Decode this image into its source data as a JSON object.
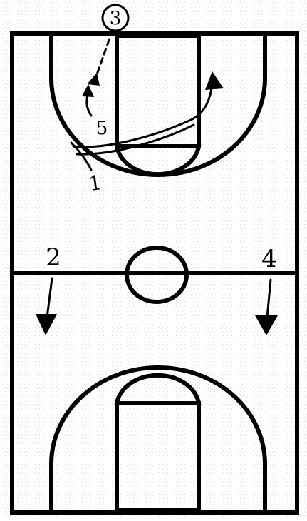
{
  "diagram": {
    "colors": {
      "ink": "#000000",
      "paper": "#ffffff",
      "grain": "#d9d9d9"
    },
    "players": [
      {
        "id": "p1",
        "label": "1",
        "circled": false
      },
      {
        "id": "p2",
        "label": "2",
        "circled": false
      },
      {
        "id": "p3",
        "label": "3",
        "circled": true
      },
      {
        "id": "p4",
        "label": "4",
        "circled": false
      },
      {
        "id": "p5",
        "label": "5",
        "circled": false
      }
    ],
    "movements": [
      {
        "id": "m1",
        "from": "p3",
        "style": "dashed",
        "meaning": "pass"
      },
      {
        "id": "m2",
        "from": "p5",
        "style": "solid",
        "meaning": "cut"
      },
      {
        "id": "m3",
        "from": "p1",
        "style": "solid",
        "meaning": "cut"
      },
      {
        "id": "m4",
        "from": "p2",
        "style": "solid",
        "meaning": "cut"
      },
      {
        "id": "m5",
        "from": "p4",
        "style": "solid",
        "meaning": "cut"
      }
    ]
  }
}
